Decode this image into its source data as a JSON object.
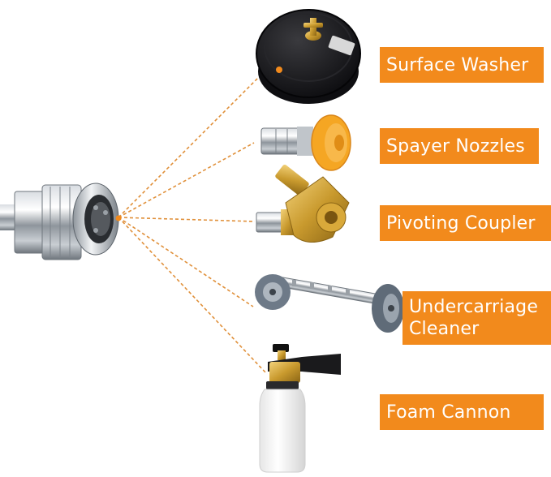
{
  "labels": {
    "surface_washer": "Surface Washer",
    "sprayer_nozzles": "Spayer Nozzles",
    "pivoting_coupler": "Pivoting Coupler",
    "undercarriage_line1": "Undercarriage",
    "undercarriage_line2": "Cleaner",
    "foam_cannon": "Foam Cannon"
  },
  "colors": {
    "label_bg": "#f28a1c",
    "label_text": "#ffffff",
    "dash_line": "#e0903a"
  },
  "icons": {
    "coupler": "quick-connect-coupler-icon",
    "surface_washer": "surface-washer-icon",
    "nozzle": "spray-nozzle-icon",
    "pivot": "pivoting-coupler-icon",
    "undercarriage": "undercarriage-cleaner-icon",
    "foam": "foam-cannon-icon"
  }
}
